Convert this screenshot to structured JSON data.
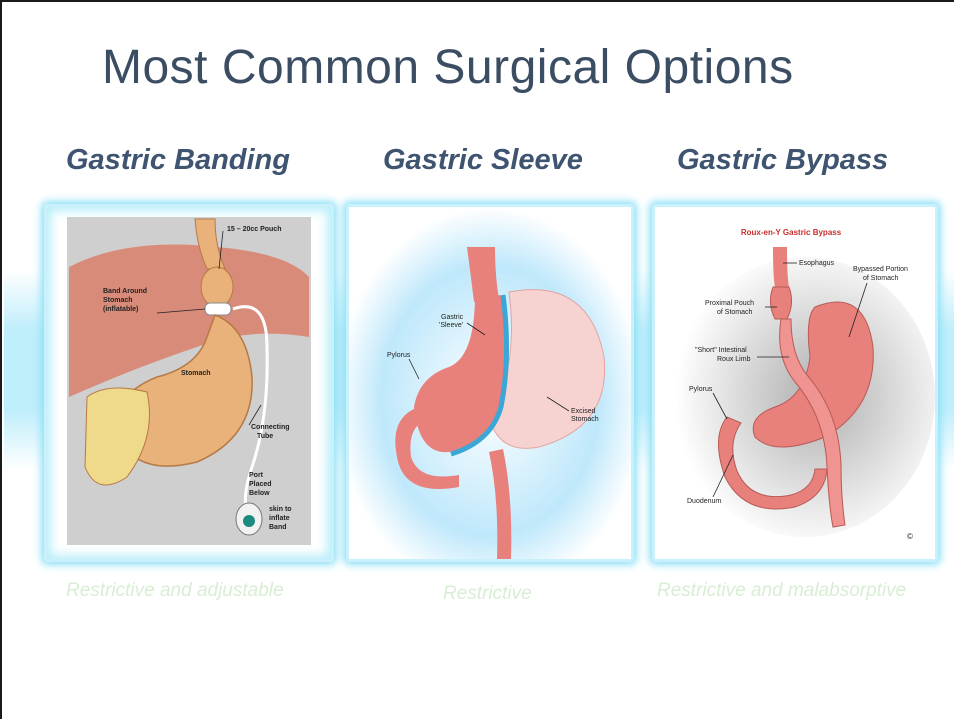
{
  "slide": {
    "title": "Most Common Surgical Options"
  },
  "procedures": [
    {
      "heading": "Gastric Banding",
      "caption": "Restrictive and adjustable",
      "labels": {
        "pouch": "15 – 20cc Pouch",
        "band_1": "Band Around",
        "band_2": "Stomach",
        "band_3": "(inflatable)",
        "stomach": "Stomach",
        "tube_1": "Connecting",
        "tube_2": "Tube",
        "port_1": "Port",
        "port_2": "Placed",
        "port_3": "Below",
        "port_4": "skin to",
        "port_5": "inflate",
        "port_6": "Band"
      }
    },
    {
      "heading": "Gastric Sleeve",
      "caption": "Restrictive",
      "labels": {
        "sleeve_1": "Gastric",
        "sleeve_2": "'Sleeve'",
        "pylorus": "Pylorus",
        "excised_1": "Excised",
        "excised_2": "Stomach"
      }
    },
    {
      "heading": "Gastric Bypass",
      "caption": "Restrictive and malabsorptive",
      "labels": {
        "figure_title": "Roux-en-Y Gastric Bypass",
        "esophagus": "Esophagus",
        "bypassed_1": "Bypassed Portion",
        "bypassed_2": "of Stomach",
        "pouch_1": "Proximal Pouch",
        "pouch_2": "of Stomach",
        "roux_1": "\"Short\" Intestinal",
        "roux_2": "Roux Limb",
        "pylorus": "Pylorus",
        "duodenum": "Duodenum",
        "copyright": "©"
      }
    }
  ],
  "colors": {
    "title": "#3b4d63",
    "heading": "#3f5470",
    "caption": "#d8eed4",
    "panel_glow": "#8fe1f6",
    "tissue": "#e8807c",
    "stomach_tan": "#e9b27a"
  }
}
